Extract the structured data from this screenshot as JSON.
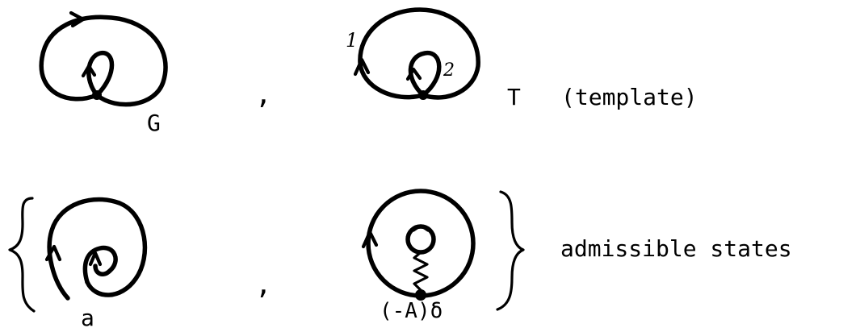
{
  "row1": {
    "graph_label": "G",
    "comma": ",",
    "template_edge_1": "1",
    "template_edge_2": "2",
    "template_label": "T",
    "template_caption": "(template)"
  },
  "row2": {
    "state_a_label": "a",
    "comma": ",",
    "state_b_label": "(-A)δ",
    "caption": "admissible states"
  }
}
